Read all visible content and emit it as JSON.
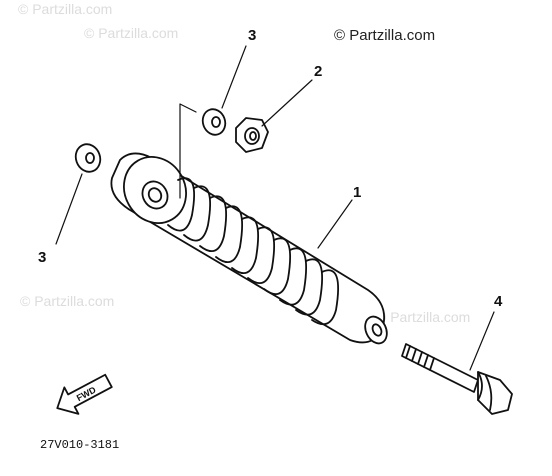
{
  "watermarks": [
    "© Partzilla.com",
    "© Partzilla.com",
    "© Partzilla.com",
    "© Partzilla.com"
  ],
  "brand": "© Partzilla.com",
  "callouts": {
    "shock_absorber": "1",
    "nut": "2",
    "washer_top": "3",
    "washer_left": "3",
    "bolt": "4"
  },
  "direction_label": "FWD",
  "diagram_code": "27V010-3181"
}
